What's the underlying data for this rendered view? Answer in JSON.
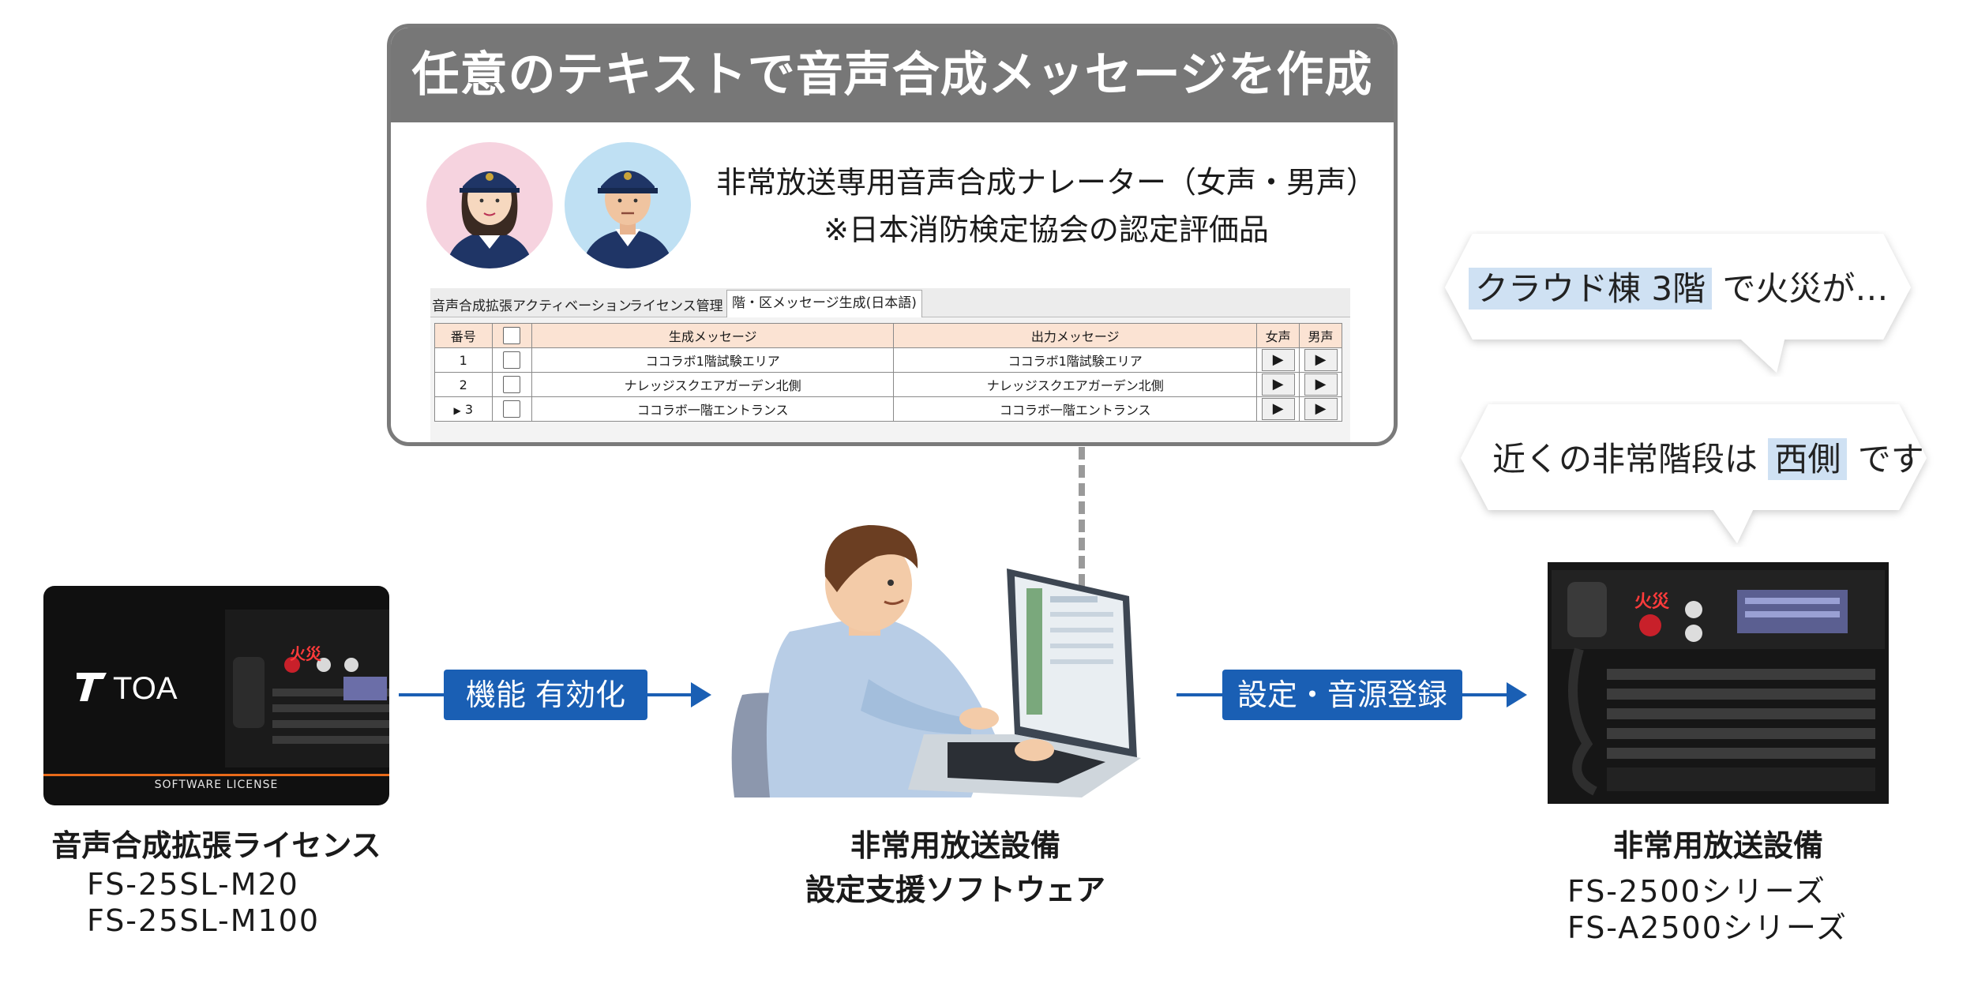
{
  "panel": {
    "title": "任意のテキストで音声合成メッセージを作成",
    "narrator_line1": "非常放送専用音声合成ナレーター（女声・男声）",
    "narrator_line2": "※日本消防検定協会の認定評価品",
    "avatars": [
      {
        "name": "female-narrator",
        "bg": "#f6d3df"
      },
      {
        "name": "male-narrator",
        "bg": "#bfe0f3"
      }
    ]
  },
  "software": {
    "tabs": [
      "音声合成拡張アクティベーション",
      "ライセンス管理",
      "階・区メッセージ生成(日本語)"
    ],
    "headers": [
      "番号",
      "",
      "生成メッセージ",
      "出力メッセージ",
      "女声",
      "男声"
    ],
    "rows": [
      {
        "num": "1",
        "gen": "ココラボ1階試験エリア",
        "out": "ココラボ1階試験エリア",
        "mark": ""
      },
      {
        "num": "2",
        "gen": "ナレッジスクエアガーデン北側",
        "out": "ナレッジスクエアガーデン北側",
        "mark": ""
      },
      {
        "num": "3",
        "gen": "ココラボ一階エントランス",
        "out": "ココラボ一階エントランス",
        "mark": "▶"
      }
    ],
    "play_symbol": "▶"
  },
  "bubbles": [
    {
      "prefix": "",
      "highlight": "クラウド棟 3階",
      "suffix": " で火災が…"
    },
    {
      "prefix": "近くの非常階段は ",
      "highlight": "西側",
      "suffix": " です"
    }
  ],
  "license": {
    "brand": "TOA",
    "card_footer": "SOFTWARE LICENSE",
    "fire_label": "火災",
    "name": "音声合成拡張ライセンス",
    "models": [
      "FS-25SL-M20",
      "FS-25SL-M100"
    ]
  },
  "flow": {
    "step1": "機能 有効化",
    "step2": "設定・音源登録"
  },
  "software_product": {
    "line1": "非常用放送設備",
    "line2": "設定支援ソフトウェア"
  },
  "equipment": {
    "fire_label": "火災",
    "line1": "非常用放送設備",
    "series": [
      "FS-2500シリーズ",
      "FS-A2500シリーズ"
    ]
  },
  "colors": {
    "accent_blue": "#1a5fb4",
    "panel_header": "#777777",
    "highlight": "#cfe1f3",
    "table_header": "#fbe3d3"
  }
}
